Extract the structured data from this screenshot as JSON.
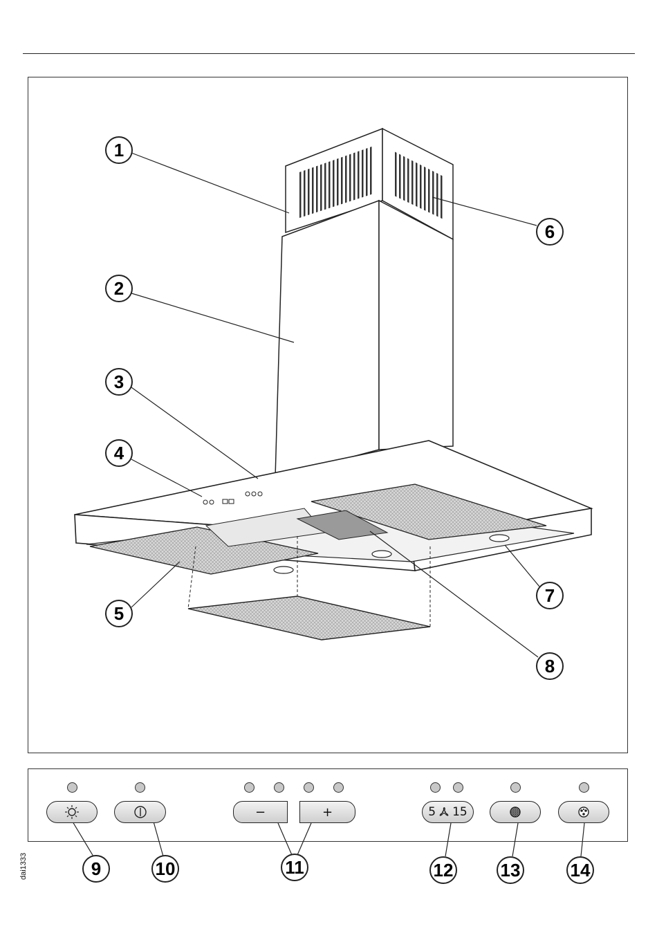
{
  "callouts": {
    "c1": "1",
    "c2": "2",
    "c3": "3",
    "c4": "4",
    "c5": "5",
    "c6": "6",
    "c7": "7",
    "c8": "8",
    "c9": "9",
    "c10": "10",
    "c11": "11",
    "c12": "12",
    "c13": "13",
    "c14": "14"
  },
  "control_panel": {
    "light_button_icon": "sun-icon",
    "power_button_icon": "power-icon",
    "minus_label": "−",
    "plus_label": "+",
    "timer_button": {
      "left": "5",
      "icon": "fan-icon",
      "right": "15"
    },
    "grease_filter_icon": "grease-filter-icon",
    "odour_filter_icon": "odour-filter-icon"
  },
  "drawing_code": "dai1333"
}
